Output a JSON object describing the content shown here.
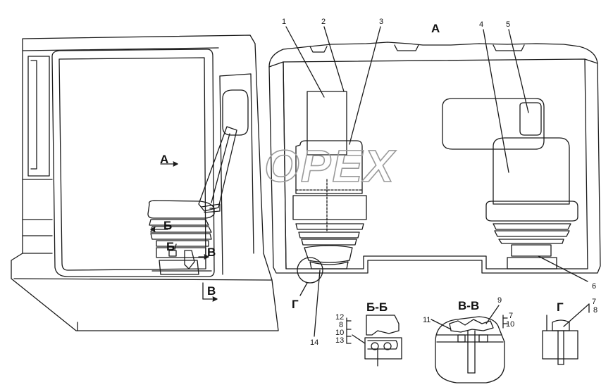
{
  "view_labels": {
    "a_top": "А",
    "a_arrow": "А",
    "b_upper": "Б",
    "b_lower": "Б",
    "v_right": "В",
    "v_bottom": "В",
    "g_main": "Г",
    "section_bb": "Б-Б",
    "section_vv": "В-В",
    "section_g": "Г"
  },
  "callouts": {
    "n1": "1",
    "n2": "2",
    "n3": "3",
    "n4": "4",
    "n5": "5",
    "n6": "6",
    "n14": "14",
    "bb_12": "12",
    "bb_8": "8",
    "bb_10": "10",
    "bb_13": "13",
    "vv_11": "11",
    "vv_9": "9",
    "vv_7": "7",
    "vv_10": "10",
    "g_7": "7",
    "g_8": "8"
  },
  "watermark": "OPEX",
  "colors": {
    "line": "#1a1a1a",
    "watermark": "#9a9a9a",
    "background": "#ffffff"
  }
}
